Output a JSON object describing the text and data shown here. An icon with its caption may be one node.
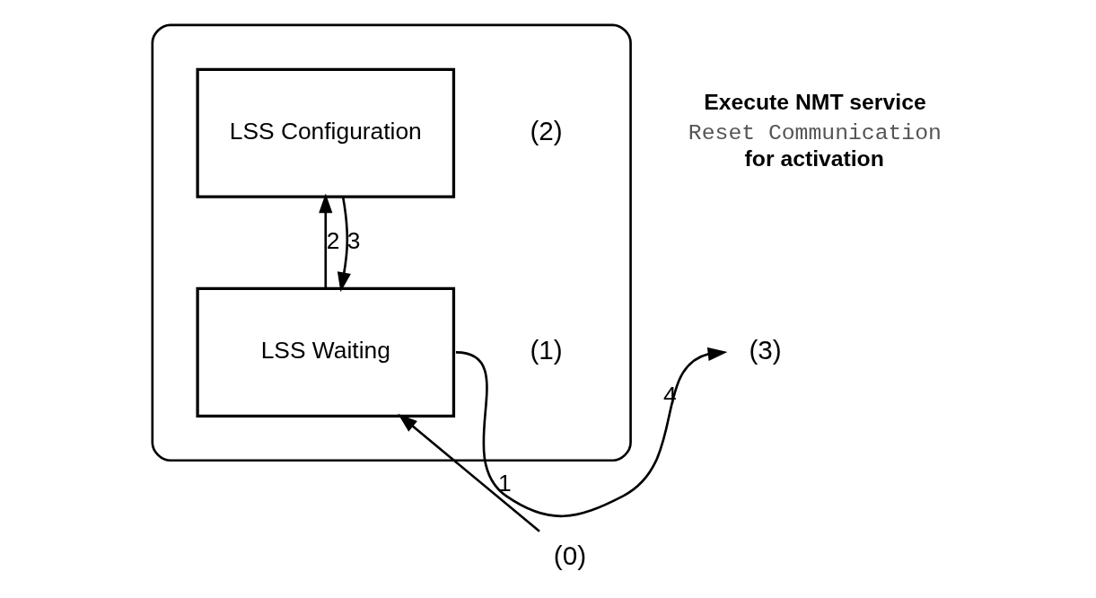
{
  "diagram": {
    "nodes": [
      {
        "text": [],
        "shape": "box"
      },
      {
        "text": [
          "LSS Configuration"
        ],
        "in": 0,
        "beside": [
          "(2)"
        ]
      },
      {
        "text": [
          "LSS Waiting"
        ],
        "in": 0,
        "beside": [
          "(1)"
        ]
      },
      {
        "text": [
          "(0)"
        ]
      },
      {
        "text": [
          "(3)"
        ],
        "beside": [
          "Execute NMT service",
          "Reset Communication",
          "for activation"
        ]
      }
    ],
    "edges": [
      {
        "from": 3,
        "to": 2,
        "arrow": "to",
        "label": "1"
      },
      {
        "from": 2,
        "to": 1,
        "arrow": "to",
        "label": "2"
      },
      {
        "from": 1,
        "to": 2,
        "arrow": "to",
        "label": "3"
      },
      {
        "from": 2,
        "to": 4,
        "arrow": "to",
        "label": "4"
      }
    ]
  }
}
